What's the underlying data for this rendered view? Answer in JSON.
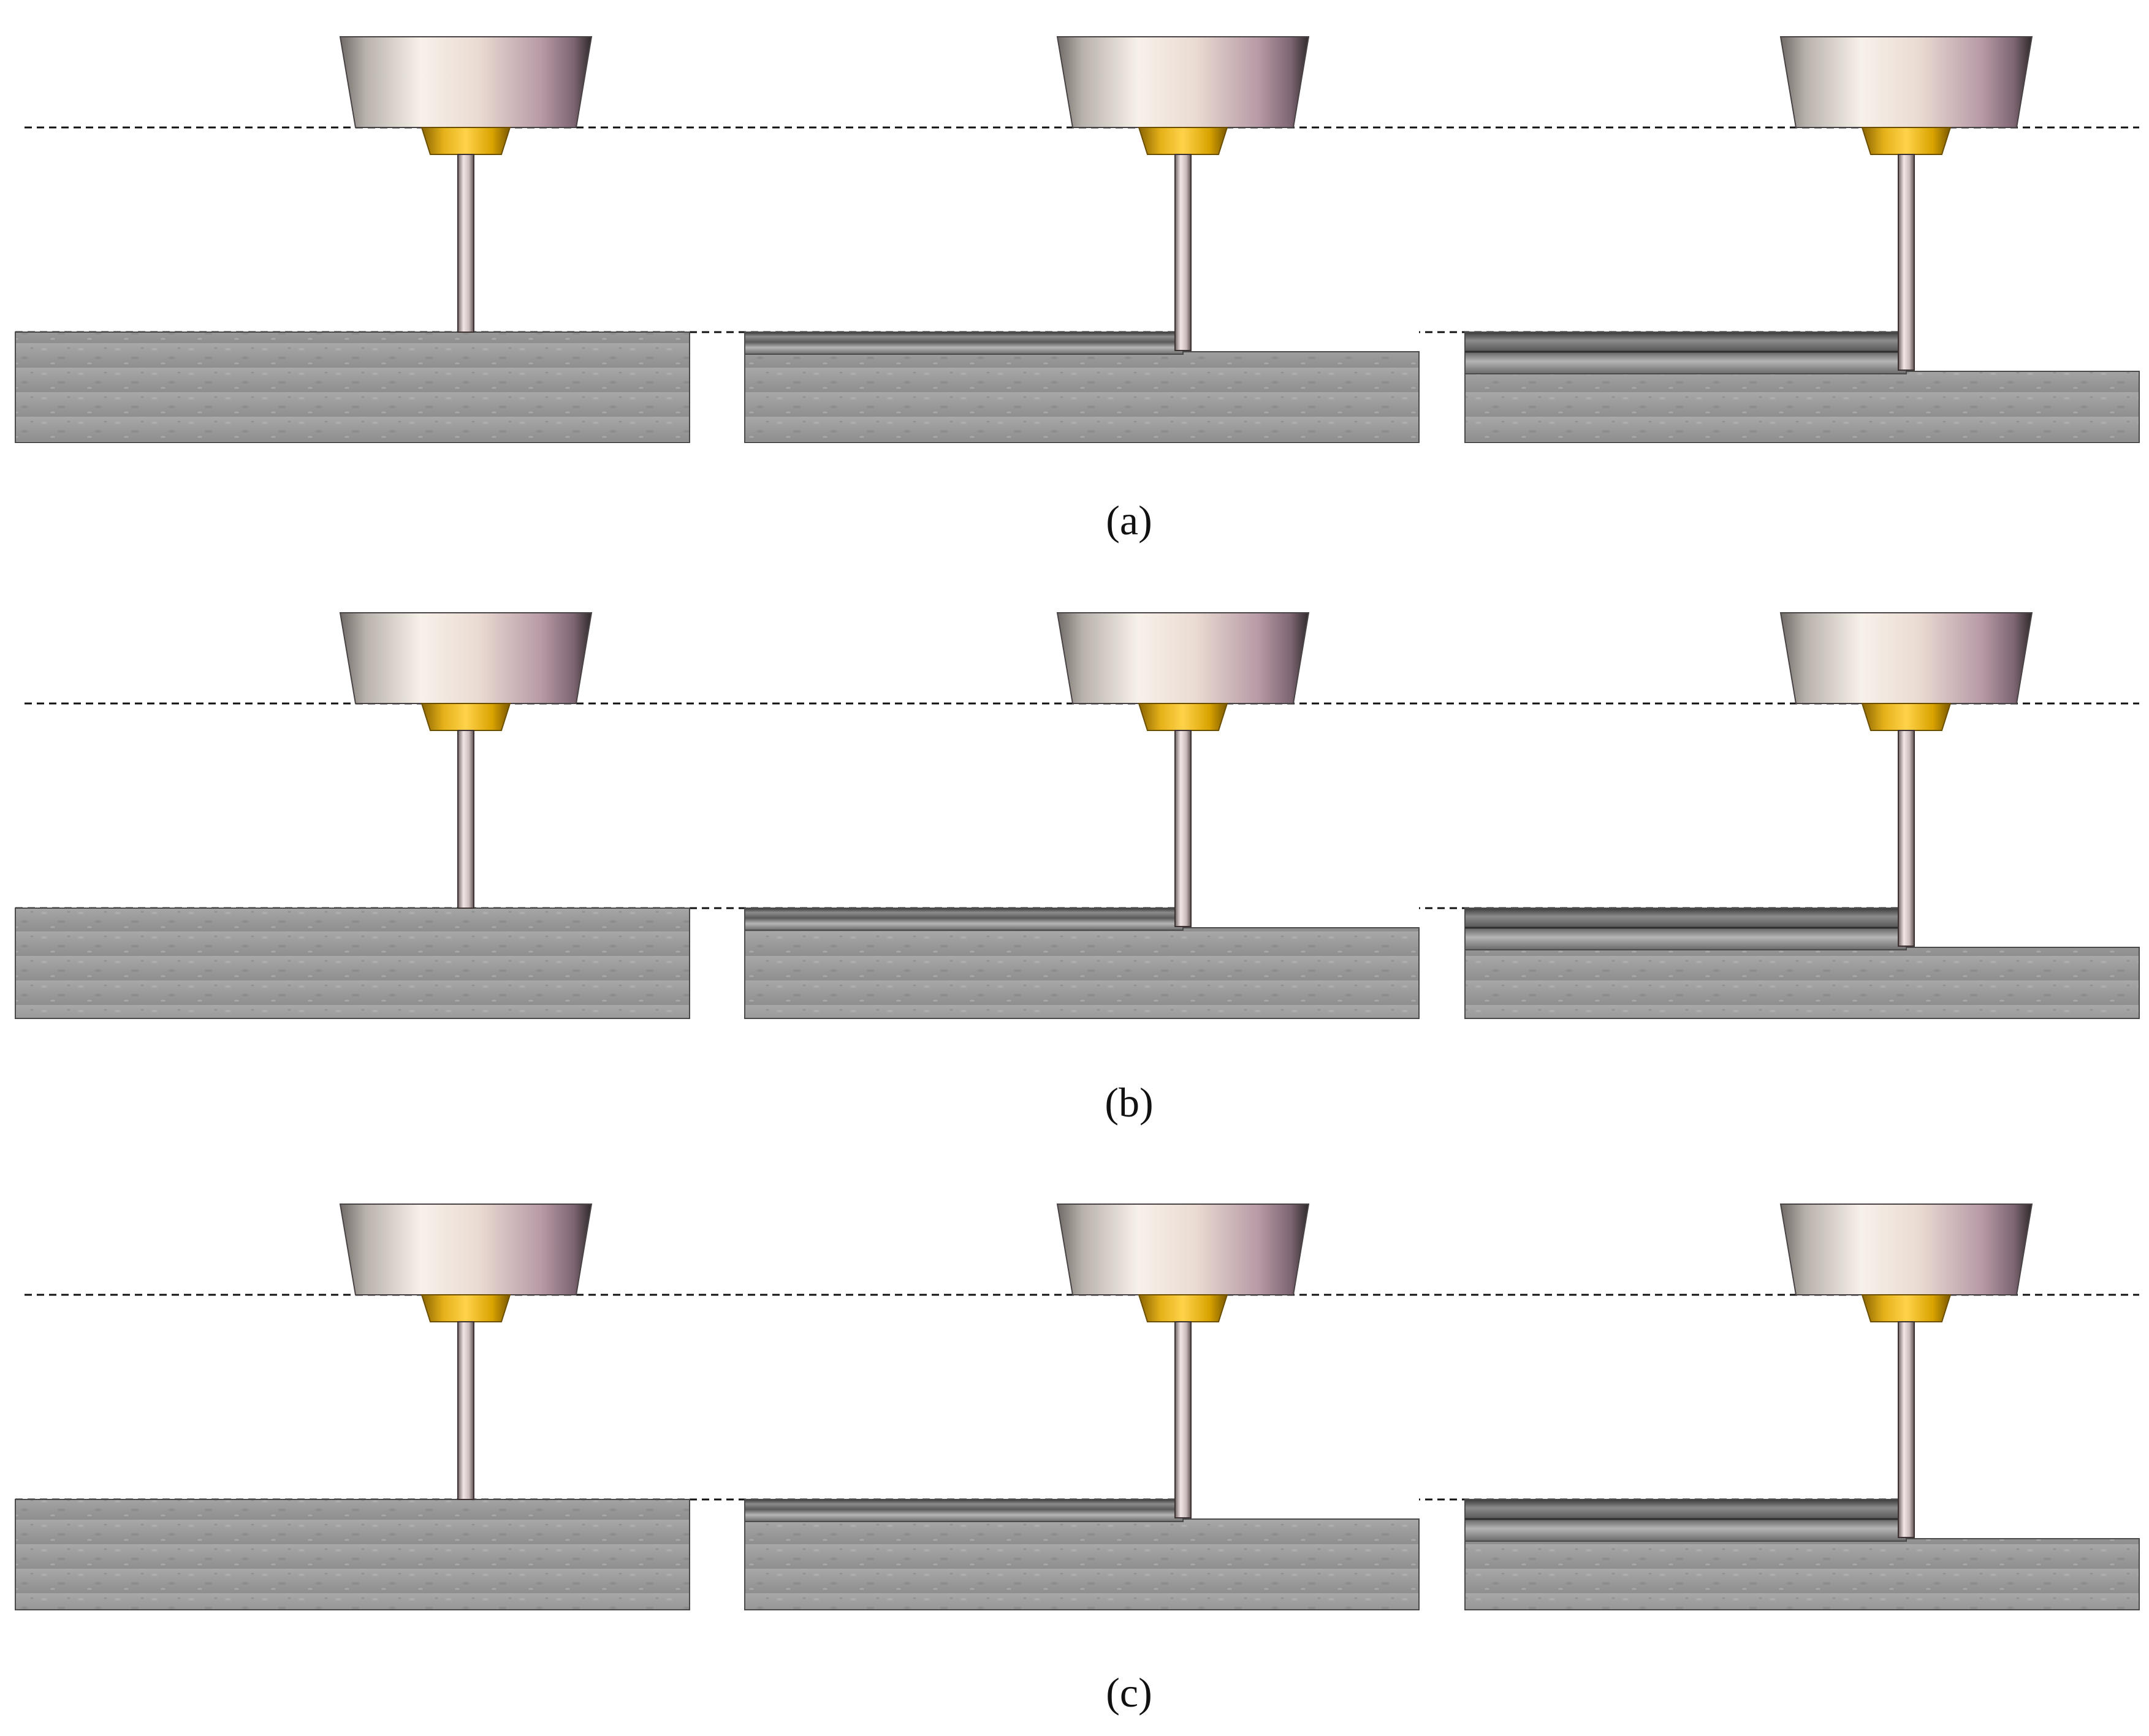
{
  "figure": {
    "rows": [
      {
        "caption": "(a)",
        "stages": [
          {
            "layers_removed": 0
          },
          {
            "layers_removed": 1
          },
          {
            "layers_removed": 2
          }
        ]
      },
      {
        "caption": "(b)",
        "stages": [
          {
            "layers_removed": 0
          },
          {
            "layers_removed": 1
          },
          {
            "layers_removed": 2
          }
        ]
      },
      {
        "caption": "(c)",
        "stages": [
          {
            "layers_removed": 0
          },
          {
            "layers_removed": 1
          },
          {
            "layers_removed": 2
          }
        ]
      }
    ],
    "colors": {
      "workpiece": "#9a9a9a",
      "workpiece_edge": "#4a4a4a",
      "cut_layer": "#6e6e6e",
      "collet": "#d9a300",
      "spindle_light": "#f3ebe3",
      "spindle_dark": "#7a6a72",
      "tool": "#d6c8c8",
      "reference_line": "#111111"
    }
  }
}
